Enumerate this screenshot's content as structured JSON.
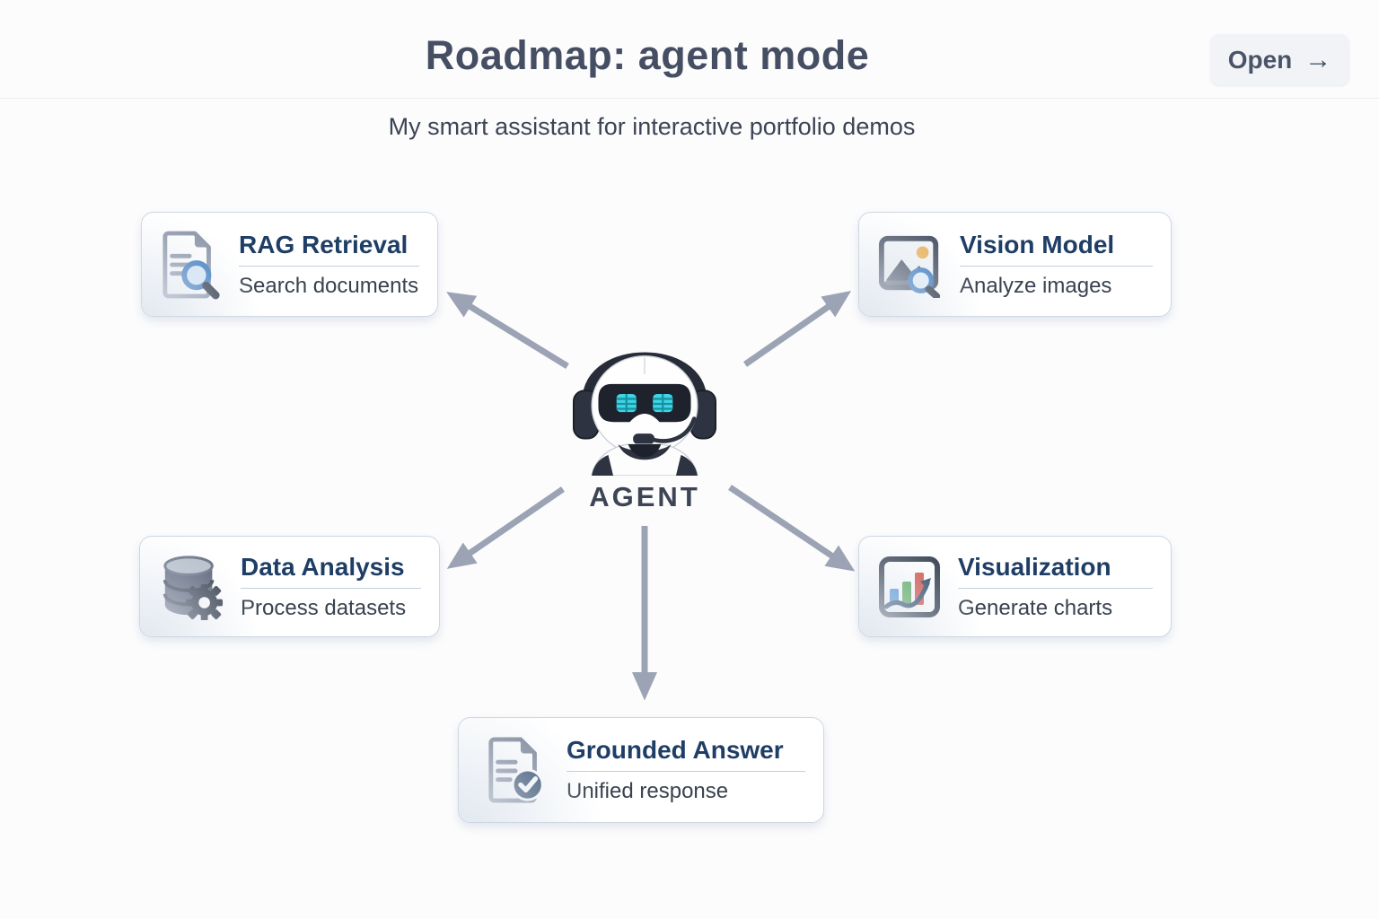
{
  "header": {
    "title": "Roadmap: agent mode",
    "subtitle": "My smart assistant for interactive portfolio demos",
    "open_button": {
      "label": "Open",
      "icon": "arrow-right-icon"
    }
  },
  "center": {
    "label": "AGENT",
    "icon": "robot-agent-icon"
  },
  "nodes": [
    {
      "id": "rag",
      "title": "RAG Retrieval",
      "subtitle": "Search documents",
      "icon": "document-search-icon",
      "position": "top-left"
    },
    {
      "id": "vision",
      "title": "Vision Model",
      "subtitle": "Analyze images",
      "icon": "image-search-icon",
      "position": "top-right"
    },
    {
      "id": "data",
      "title": "Data Analysis",
      "subtitle": "Process datasets",
      "icon": "database-gear-icon",
      "position": "bottom-left"
    },
    {
      "id": "viz",
      "title": "Visualization",
      "subtitle": "Generate charts",
      "icon": "chart-trend-icon",
      "position": "bottom-right"
    },
    {
      "id": "answer",
      "title": "Grounded Answer",
      "subtitle": "Unified response",
      "icon": "document-check-icon",
      "position": "bottom-center"
    }
  ],
  "colors": {
    "background": "#fcfcfd",
    "card_border": "#cdd7e3",
    "card_title": "#1f3e66",
    "card_subtitle": "#39424f",
    "page_title": "#454e63",
    "arrow": "#9ba3b4",
    "button_bg": "#f1f3f6",
    "robot_dark": "#2d3340",
    "robot_eye_cyan": "#41d4e6",
    "chart_bar_blue": "#4a90d9",
    "chart_bar_green": "#57a85a",
    "chart_bar_red": "#d35248",
    "sun_yellow": "#edb458"
  }
}
